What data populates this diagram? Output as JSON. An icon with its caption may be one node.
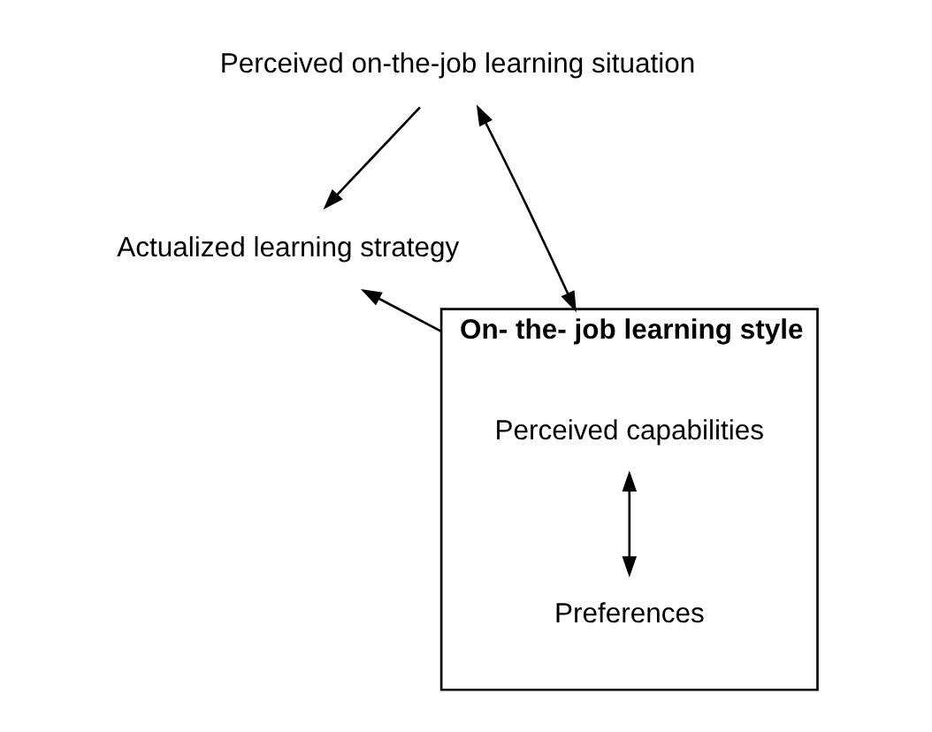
{
  "diagram": {
    "nodes": [
      {
        "text": [
          "Perceived on-the-job learning situation"
        ]
      },
      {
        "text": [
          "Actualized learning strategy"
        ]
      },
      {
        "text": [
          "On- the- job learning style"
        ]
      },
      {
        "text": [
          "Perceived capabilities"
        ],
        "in": 2
      },
      {
        "text": [
          "Preferences"
        ],
        "in": 2
      }
    ],
    "edges": [
      {
        "from": 0,
        "to": 2,
        "arrow": "both"
      },
      {
        "from": 0,
        "to": 1,
        "arrow": "to"
      },
      {
        "from": 2,
        "to": 1,
        "arrow": "to"
      },
      {
        "from": 3,
        "to": 4,
        "arrow": "both"
      }
    ]
  }
}
